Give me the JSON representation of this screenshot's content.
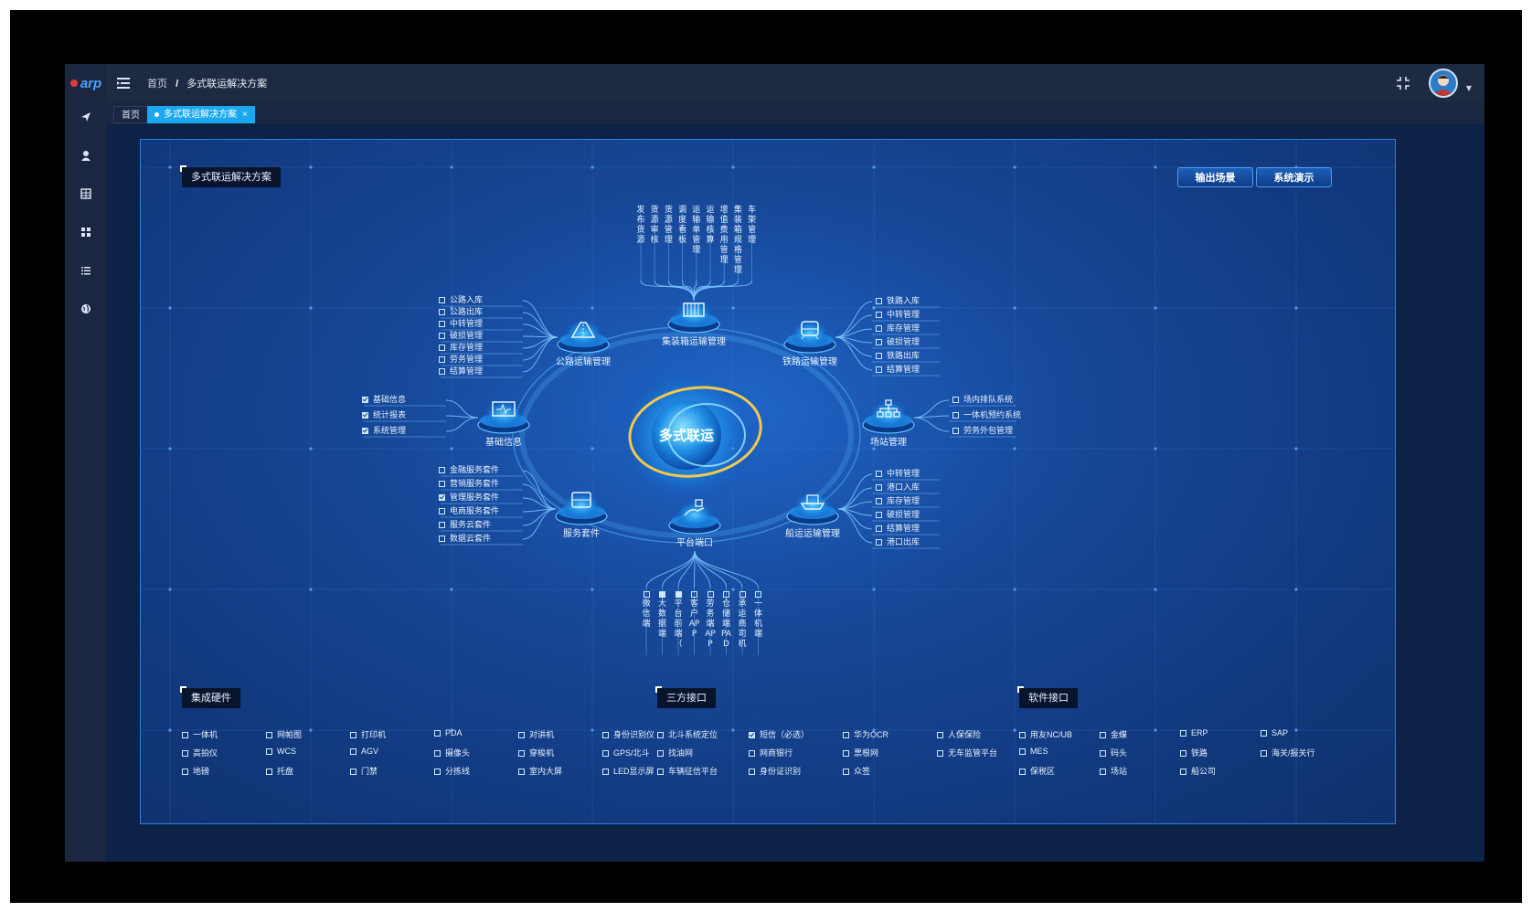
{
  "app": {
    "logo_text": "arp"
  },
  "breadcrumb": {
    "home": "首页",
    "separator": "/",
    "current": "多式联运解决方案"
  },
  "tabs": {
    "home": "首页",
    "active": "多式联运解决方案",
    "close": "×"
  },
  "sidebar": {
    "icons": [
      "send-icon",
      "user-icon",
      "table-icon",
      "apps-icon",
      "list-icon",
      "globe-icon"
    ]
  },
  "panel": {
    "title": "多式联运解决方案",
    "buttons": {
      "export": "输出场景",
      "demo": "系统演示"
    },
    "center": "多式联运"
  },
  "nodes": {
    "container": {
      "label": "集装箱运输管理",
      "items": [
        "发布货源",
        "货源审核",
        "货源管理",
        "调度看板",
        "运输单管理",
        "运输核算",
        "增值费用管理",
        "集装箱规格管理",
        "车架管理"
      ]
    },
    "road": {
      "label": "公路运输管理",
      "items": [
        "公路入库",
        "公路出库",
        "中转管理",
        "破损管理",
        "库存管理",
        "劳务管理",
        "结算管理"
      ]
    },
    "rail": {
      "label": "铁路运输管理",
      "items": [
        "铁路入库",
        "中转管理",
        "库存管理",
        "破损管理",
        "铁路出库",
        "结算管理"
      ]
    },
    "basic": {
      "label": "基础信息",
      "items": [
        {
          "text": "基础信息",
          "checked": true
        },
        {
          "text": "统计报表",
          "checked": true
        },
        {
          "text": "系统管理",
          "checked": true
        }
      ]
    },
    "yard": {
      "label": "场站管理",
      "items": [
        "场内排队系统",
        "一体机预约系统",
        "劳务外包管理"
      ]
    },
    "service": {
      "label": "服务套件",
      "items": [
        {
          "text": "金融服务套件",
          "checked": false
        },
        {
          "text": "营销服务套件",
          "checked": false
        },
        {
          "text": "管理服务套件",
          "checked": true
        },
        {
          "text": "电商服务套件",
          "checked": false
        },
        {
          "text": "服务云套件",
          "checked": false
        },
        {
          "text": "数据云套件",
          "checked": false
        }
      ]
    },
    "ship": {
      "label": "船运运输管理",
      "items": [
        "中转管理",
        "港口入库",
        "库存管理",
        "破损管理",
        "结算管理",
        "港口出库"
      ]
    },
    "platform": {
      "label": "平台端口",
      "items": [
        {
          "text": "微信端",
          "checked": false
        },
        {
          "text": "大数据端",
          "checked": true
        },
        {
          "text": "平台前端（",
          "checked": true
        },
        {
          "text": "客户APP",
          "checked": false
        },
        {
          "text": "劳务端APP",
          "checked": false
        },
        {
          "text": "仓储端PAD",
          "checked": false
        },
        {
          "text": "承运商司机",
          "checked": false
        },
        {
          "text": "一体机端",
          "checked": false
        }
      ]
    }
  },
  "bottom": {
    "hardware": {
      "title": "集成硬件",
      "columns": [
        [
          "一体机",
          "高拍仪",
          "地磅"
        ],
        [
          "网帕图",
          "WCS",
          "托盘"
        ],
        [
          "打印机",
          "AGV",
          "门禁"
        ],
        [
          "PDA",
          "摄像头",
          "分拣线"
        ],
        [
          "对讲机",
          "穿梭机",
          "室内大屏"
        ],
        [
          "身份识别仪",
          "GPS/北斗",
          "LED显示屏"
        ]
      ]
    },
    "third": {
      "title": "三方接口",
      "columns": [
        [
          {
            "t": "北斗系统定位",
            "c": false
          },
          {
            "t": "找油网",
            "c": false
          },
          {
            "t": "车辆征信平台",
            "c": false
          }
        ],
        [
          {
            "t": "短信（必选）",
            "c": true
          },
          {
            "t": "网商银行",
            "c": false
          },
          {
            "t": "身份证识别",
            "c": false
          }
        ],
        [
          {
            "t": "华为OCR",
            "c": false
          },
          {
            "t": "票根网",
            "c": false
          },
          {
            "t": "众签",
            "c": false
          }
        ],
        [
          {
            "t": "人保保险",
            "c": false
          },
          {
            "t": "无车监管平台",
            "c": false
          }
        ]
      ]
    },
    "software": {
      "title": "软件接口",
      "columns": [
        [
          "用友NC/UB",
          "MES",
          "保税区"
        ],
        [
          "金蝶",
          "码头",
          "场站"
        ],
        [
          "ERP",
          "铁路",
          "船公司"
        ],
        [
          "SAP",
          "海关/报关行"
        ]
      ]
    }
  },
  "colors": {
    "accent": "#1aa9f0",
    "panel": "#17499a",
    "ring": "#f2c94c"
  }
}
